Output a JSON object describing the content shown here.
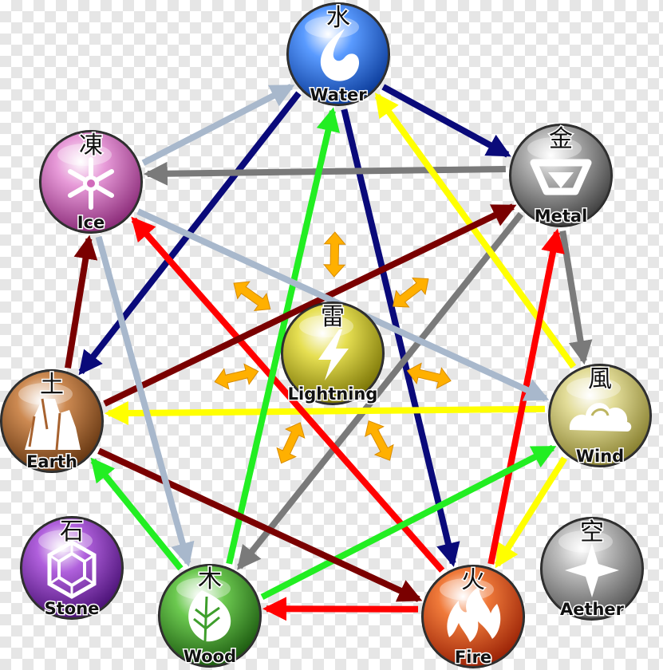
{
  "elements": [
    {
      "id": "water",
      "label": "Water",
      "kanji": "水",
      "color": "#2f6fd6"
    },
    {
      "id": "metal",
      "label": "Metal",
      "kanji": "金",
      "color": "#8d8d8d"
    },
    {
      "id": "wind",
      "label": "Wind",
      "kanji": "風",
      "color": "#c9c16a"
    },
    {
      "id": "fire",
      "label": "Fire",
      "kanji": "火",
      "color": "#d94a1e"
    },
    {
      "id": "wood",
      "label": "Wood",
      "kanji": "木",
      "color": "#3e9e2c"
    },
    {
      "id": "earth",
      "label": "Earth",
      "kanji": "土",
      "color": "#a7622f"
    },
    {
      "id": "ice",
      "label": "Ice",
      "kanji": "凍",
      "color": "#d16bbb"
    },
    {
      "id": "lightning",
      "label": "Lightning",
      "kanji": "雷",
      "color": "#c9c22a"
    },
    {
      "id": "stone",
      "label": "Stone",
      "kanji": "石",
      "color": "#8a32b8"
    },
    {
      "id": "aether",
      "label": "Aether",
      "kanji": "空",
      "color": "#9a9a9a"
    }
  ],
  "relations": [
    {
      "from": "water",
      "to": "metal",
      "color": "#0a0a7a"
    },
    {
      "from": "water",
      "to": "earth",
      "color": "#0a0a7a"
    },
    {
      "from": "water",
      "to": "fire",
      "color": "#0a0a7a"
    },
    {
      "from": "metal",
      "to": "ice",
      "color": "#7a7a7a"
    },
    {
      "from": "metal",
      "to": "wind",
      "color": "#7a7a7a"
    },
    {
      "from": "metal",
      "to": "wood",
      "color": "#7a7a7a"
    },
    {
      "from": "wind",
      "to": "water",
      "color": "#ffff00"
    },
    {
      "from": "wind",
      "to": "earth",
      "color": "#ffff00"
    },
    {
      "from": "wind",
      "to": "fire",
      "color": "#ffff00"
    },
    {
      "from": "fire",
      "to": "metal",
      "color": "#ff0000"
    },
    {
      "from": "fire",
      "to": "ice",
      "color": "#ff0000"
    },
    {
      "from": "fire",
      "to": "wood",
      "color": "#ff0000"
    },
    {
      "from": "wood",
      "to": "water",
      "color": "#22ee22"
    },
    {
      "from": "wood",
      "to": "wind",
      "color": "#22ee22"
    },
    {
      "from": "wood",
      "to": "earth",
      "color": "#22ee22"
    },
    {
      "from": "earth",
      "to": "metal",
      "color": "#7a0000"
    },
    {
      "from": "earth",
      "to": "fire",
      "color": "#7a0000"
    },
    {
      "from": "earth",
      "to": "ice",
      "color": "#7a0000"
    },
    {
      "from": "ice",
      "to": "water",
      "color": "#a8b8cc"
    },
    {
      "from": "ice",
      "to": "wind",
      "color": "#a8b8cc"
    },
    {
      "from": "ice",
      "to": "wood",
      "color": "#a8b8cc"
    }
  ],
  "lightning_links": {
    "color": "#ffb000",
    "targets": [
      "water",
      "metal",
      "wind",
      "fire",
      "wood",
      "earth",
      "ice"
    ]
  }
}
